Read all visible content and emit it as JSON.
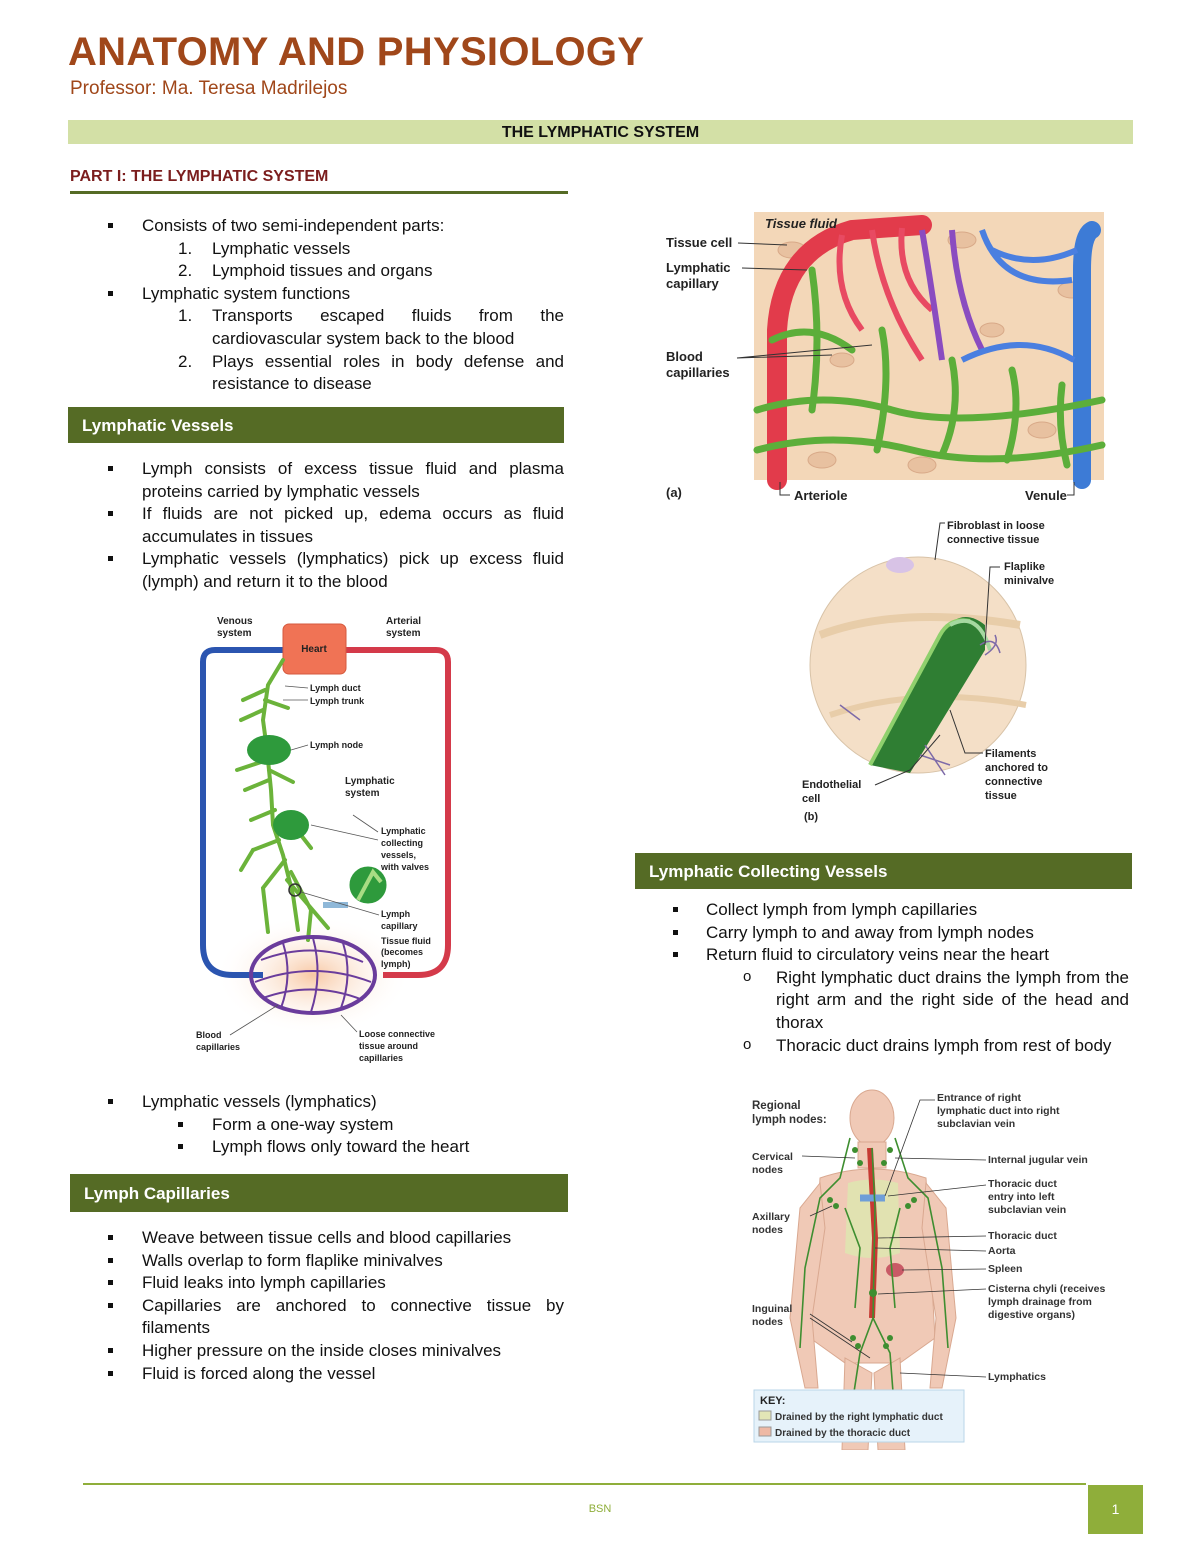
{
  "header": {
    "title": "ANATOMY AND PHYSIOLOGY",
    "professor": "Professor: Ma. Teresa Madrilejos",
    "topic": "THE LYMPHATIC SYSTEM",
    "part": "PART I: THE LYMPHATIC SYSTEM"
  },
  "intro": {
    "b1": "Consists of two semi-independent parts:",
    "b1_items": [
      "Lymphatic vessels",
      "Lymphoid tissues and organs"
    ],
    "b2": "Lymphatic system functions",
    "b2_items": [
      "Transports escaped fluids from the cardiovascular system back to the blood",
      "Plays essential roles in body defense and resistance to disease"
    ]
  },
  "lymphatic_vessels": {
    "heading": "Lymphatic Vessels",
    "bullets": [
      "Lymph consists of excess tissue fluid and plasma proteins carried by lymphatic vessels",
      "If fluids are not picked up, edema occurs as fluid accumulates in tissues",
      "Lymphatic vessels (lymphatics) pick up excess fluid (lymph) and return it to the blood"
    ],
    "after_fig": "Lymphatic vessels (lymphatics)",
    "after_fig_sub": [
      "Form a one-way system",
      "Lymph flows only toward the heart"
    ]
  },
  "lymph_capillaries": {
    "heading": "Lymph Capillaries",
    "bullets": [
      "Weave between tissue cells and blood capillaries",
      "Walls overlap to form flaplike minivalves",
      "Fluid leaks into lymph capillaries",
      "Capillaries are anchored to connective tissue by filaments",
      "Higher pressure on the inside closes minivalves",
      "Fluid is forced along the vessel"
    ]
  },
  "collecting": {
    "heading": "Lymphatic Collecting Vessels",
    "bullets": [
      "Collect lymph from lymph capillaries",
      "Carry lymph to and away from lymph nodes",
      "Return fluid to circulatory veins near the heart"
    ],
    "sub": [
      "Right lymphatic duct drains the lymph from the right arm and the right side of the head and thorax",
      "Thoracic duct drains lymph from rest of body"
    ]
  },
  "fig_system": {
    "venous": [
      "Venous",
      "system"
    ],
    "arterial": [
      "Arterial",
      "system"
    ],
    "heart": "Heart",
    "duct": "Lymph duct",
    "trunk": "Lymph trunk",
    "node": "Lymph node",
    "lymphatic": [
      "Lymphatic",
      "system"
    ],
    "collecting": [
      "Lymphatic",
      "collecting",
      "vessels,",
      "with valves"
    ],
    "capillary": [
      "Lymph",
      "capillary"
    ],
    "tissue": [
      "Tissue fluid",
      "(becomes",
      "lymph)"
    ],
    "blood": [
      "Blood",
      "capillaries"
    ],
    "loose": [
      "Loose connective",
      "tissue around",
      "capillaries"
    ]
  },
  "fig_a": {
    "tissue_fluid": "Tissue fluid",
    "tissue_cell": "Tissue cell",
    "lymph_cap": [
      "Lymphatic",
      "capillary"
    ],
    "blood_cap": [
      "Blood",
      "capillaries"
    ],
    "panel": "(a)",
    "arteriole": "Arteriole",
    "venule": "Venule"
  },
  "fig_b": {
    "fibroblast": [
      "Fibroblast in loose",
      "connective tissue"
    ],
    "flap": [
      "Flaplike",
      "minivalve"
    ],
    "filaments": [
      "Filaments",
      "anchored to",
      "connective",
      "tissue"
    ],
    "endo": [
      "Endothelial",
      "cell"
    ],
    "panel": "(b)"
  },
  "fig_nodes": {
    "regional": [
      "Regional",
      "lymph nodes:"
    ],
    "cervical": [
      "Cervical",
      "nodes"
    ],
    "axillary": [
      "Axillary",
      "nodes"
    ],
    "inguinal": [
      "Inguinal",
      "nodes"
    ],
    "entrance": [
      "Entrance of right",
      "lymphatic duct into right",
      "subclavian vein"
    ],
    "jugular": "Internal jugular vein",
    "thoracic_entry": [
      "Thoracic duct",
      "entry into left",
      "subclavian vein"
    ],
    "thoracic": "Thoracic duct",
    "aorta": "Aorta",
    "spleen": "Spleen",
    "cisterna": [
      "Cisterna chyli (receives",
      "lymph drainage from",
      "digestive organs)"
    ],
    "lymphatics": "Lymphatics",
    "key": "KEY:",
    "key1": "Drained by the right lymphatic duct",
    "key2": "Drained by the thoracic duct"
  },
  "colors": {
    "title": "#a0471a",
    "green_bar": "#556b25",
    "light_bar": "#d3e0a6",
    "footer": "#8fae3a"
  },
  "footer": {
    "center": "BSN",
    "page": "1"
  }
}
